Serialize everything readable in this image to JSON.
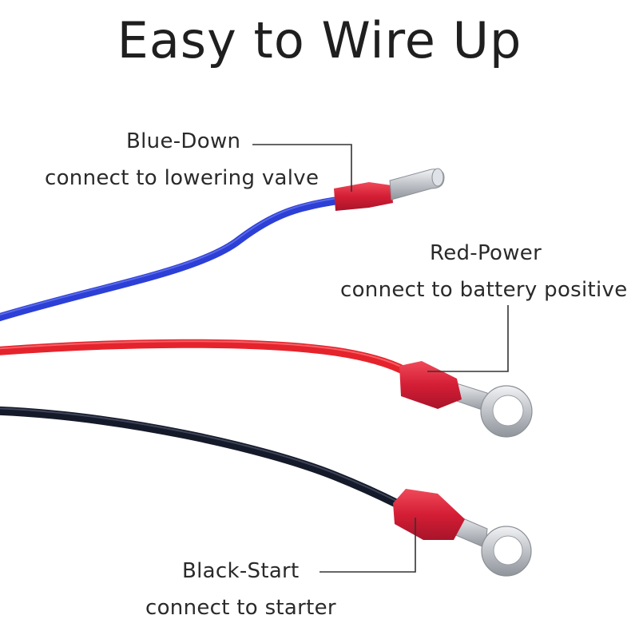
{
  "title": "Easy to Wire Up",
  "wires": [
    {
      "color_name": "blue",
      "color": "#2c3fd6",
      "terminal": "bullet-connector",
      "label_title": "Blue-Down",
      "label_desc": "connect to lowering valve"
    },
    {
      "color_name": "red",
      "color": "#e5232c",
      "terminal": "ring-terminal",
      "label_title": "Red-Power",
      "label_desc": "connect to battery positive"
    },
    {
      "color_name": "black",
      "color": "#151a2a",
      "terminal": "ring-terminal",
      "label_title": "Black-Start",
      "label_desc": "connect to starter"
    }
  ],
  "colors": {
    "insulator": "#d8203a",
    "metal": "#c9ccd0",
    "leader_line": "#333333"
  }
}
